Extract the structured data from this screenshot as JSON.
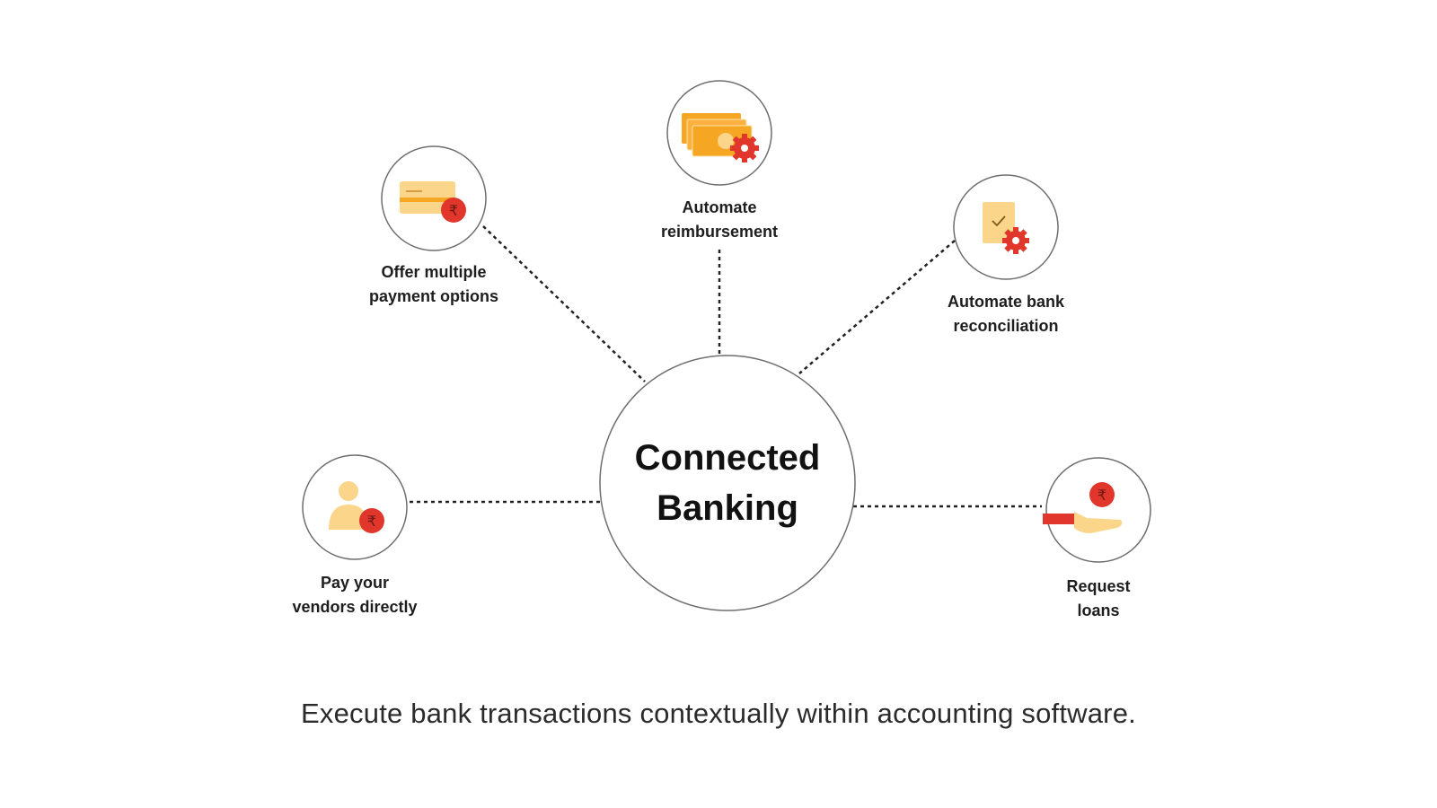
{
  "hub": {
    "title": "Connected\nBanking"
  },
  "nodes": [
    {
      "id": "payment-options",
      "label": "Offer multiple\npayment options",
      "icon": "credit-card-rupee-icon"
    },
    {
      "id": "reimbursement",
      "label": "Automate\nreimbursement",
      "icon": "cash-stack-gear-icon"
    },
    {
      "id": "reconciliation",
      "label": "Automate bank\nreconciliation",
      "icon": "document-check-gear-icon"
    },
    {
      "id": "vendors",
      "label": "Pay your\nvendors directly",
      "icon": "person-rupee-icon"
    },
    {
      "id": "loans",
      "label": "Request\nloans",
      "icon": "hand-rupee-coin-icon"
    }
  ],
  "caption": "Execute bank transactions contextually within accounting software.",
  "colors": {
    "accent_red": "#e0362c",
    "accent_orange": "#f5a623",
    "soft_yellow": "#fbd58a",
    "outline": "#6e6e6e",
    "connector": "#222222"
  }
}
